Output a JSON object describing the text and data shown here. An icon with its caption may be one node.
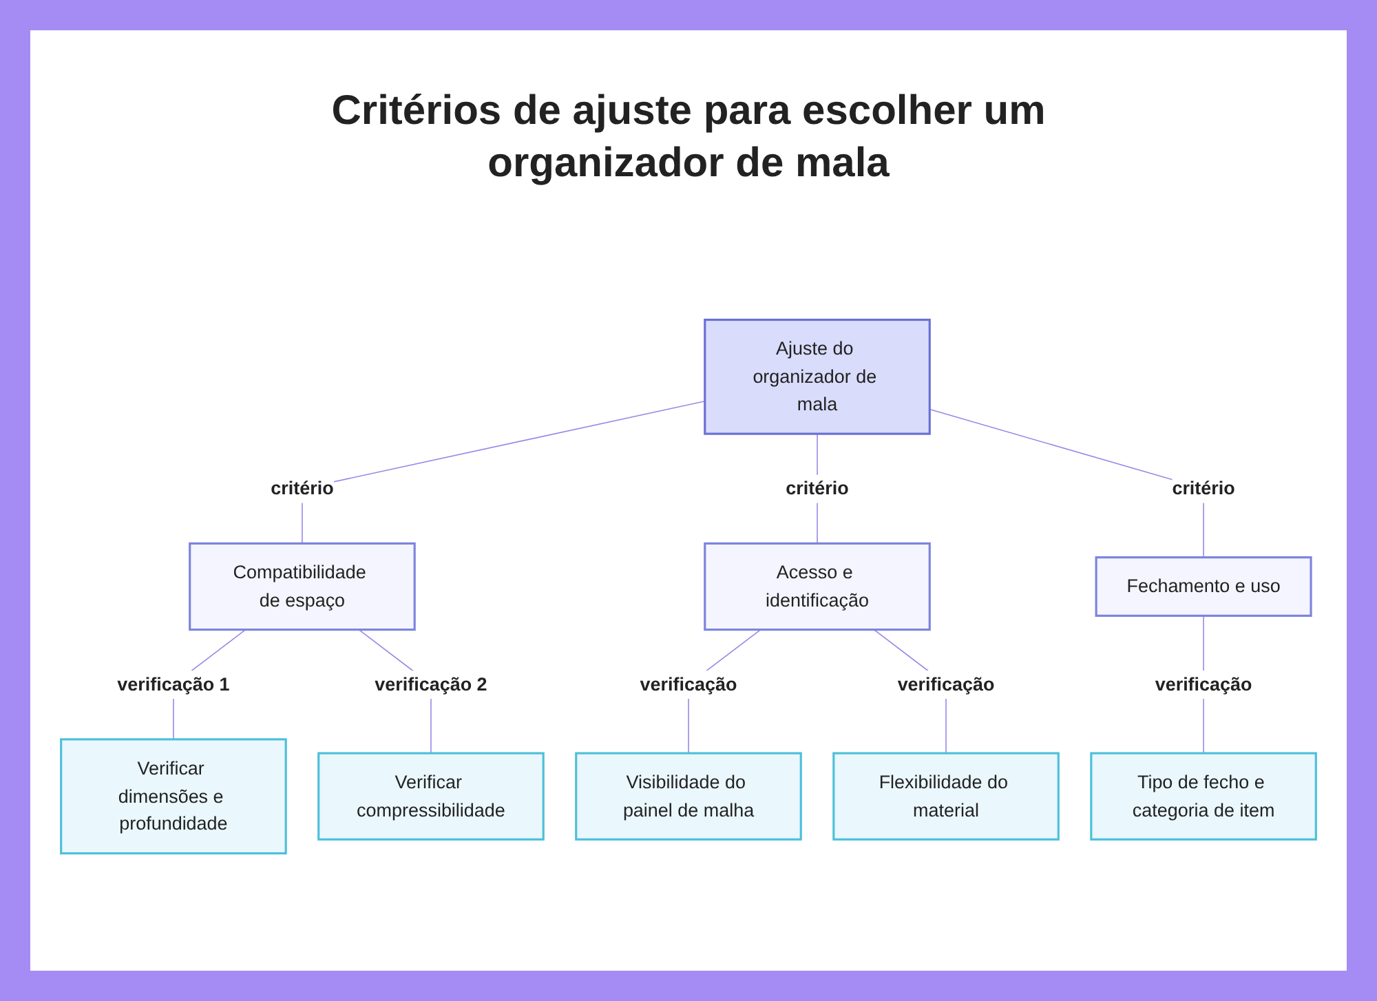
{
  "diagram": {
    "title": "Critérios de ajuste para escolher um organizador de mala",
    "nodes": [
      {
        "text": [
          "Ajuste do organizador de mala"
        ]
      },
      {
        "text": [
          "Compatibilidade de espaço"
        ]
      },
      {
        "text": [
          "Acesso e identificação"
        ]
      },
      {
        "text": [
          "Fechamento e uso"
        ]
      },
      {
        "text": [
          "Verificar dimensões e profundidade"
        ]
      },
      {
        "text": [
          "Verificar compressibilidade"
        ]
      },
      {
        "text": [
          "Visibilidade do painel de malha"
        ]
      },
      {
        "text": [
          "Flexibilidade do material"
        ]
      },
      {
        "text": [
          "Tipo de fecho e categoria de item"
        ]
      }
    ],
    "edges": [
      {
        "from": 0,
        "to": 1,
        "arrow": "none",
        "label": "critério"
      },
      {
        "from": 0,
        "to": 2,
        "arrow": "none",
        "label": "critério"
      },
      {
        "from": 0,
        "to": 3,
        "arrow": "none",
        "label": "critério"
      },
      {
        "from": 1,
        "to": 4,
        "arrow": "none",
        "label": "verificação 1"
      },
      {
        "from": 1,
        "to": 5,
        "arrow": "none",
        "label": "verificação 2"
      },
      {
        "from": 2,
        "to": 6,
        "arrow": "none",
        "label": "verificação"
      },
      {
        "from": 2,
        "to": 7,
        "arrow": "none",
        "label": "verificação"
      },
      {
        "from": 3,
        "to": 8,
        "arrow": "none",
        "label": "verificação"
      }
    ]
  }
}
